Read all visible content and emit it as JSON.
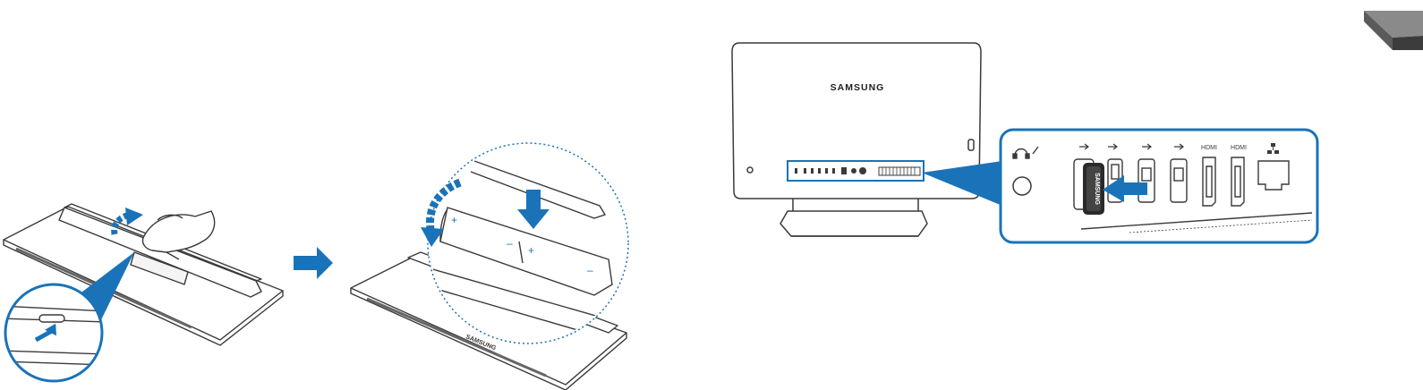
{
  "brand": {
    "name": "SAMSUNG"
  },
  "port_panel": {
    "labels": [
      "HDMI",
      "HDMI"
    ]
  },
  "colors": {
    "accent": "#1a73b8",
    "outline": "#3a3a3a",
    "panel_fill": "#ffffff",
    "corner_tab_top": "#8a8a8a",
    "corner_tab_side": "#3c3c3c"
  },
  "icons": {
    "step_arrow": "right-arrow-icon",
    "headphone": "headphone-mic-icon",
    "usb": "usb-icon",
    "network": "network-icon"
  }
}
